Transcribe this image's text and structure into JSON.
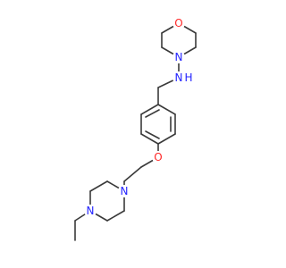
{
  "molecule": {
    "atoms": {
      "morpholine_o": {
        "label": "O",
        "color": "#ff2a2a"
      },
      "morpholine_n": {
        "label": "N",
        "color": "#2424ff"
      },
      "amine_nh": {
        "label": "N",
        "color": "#2424ff"
      },
      "amine_h": {
        "label": "H",
        "color": "#2424ff"
      },
      "ether_o": {
        "label": "O",
        "color": "#ff2a2a"
      },
      "piperazine_n1": {
        "label": "N",
        "color": "#2424ff"
      },
      "piperazine_n4": {
        "label": "N",
        "color": "#2424ff"
      }
    },
    "bond_color": "#3a3a3a"
  }
}
